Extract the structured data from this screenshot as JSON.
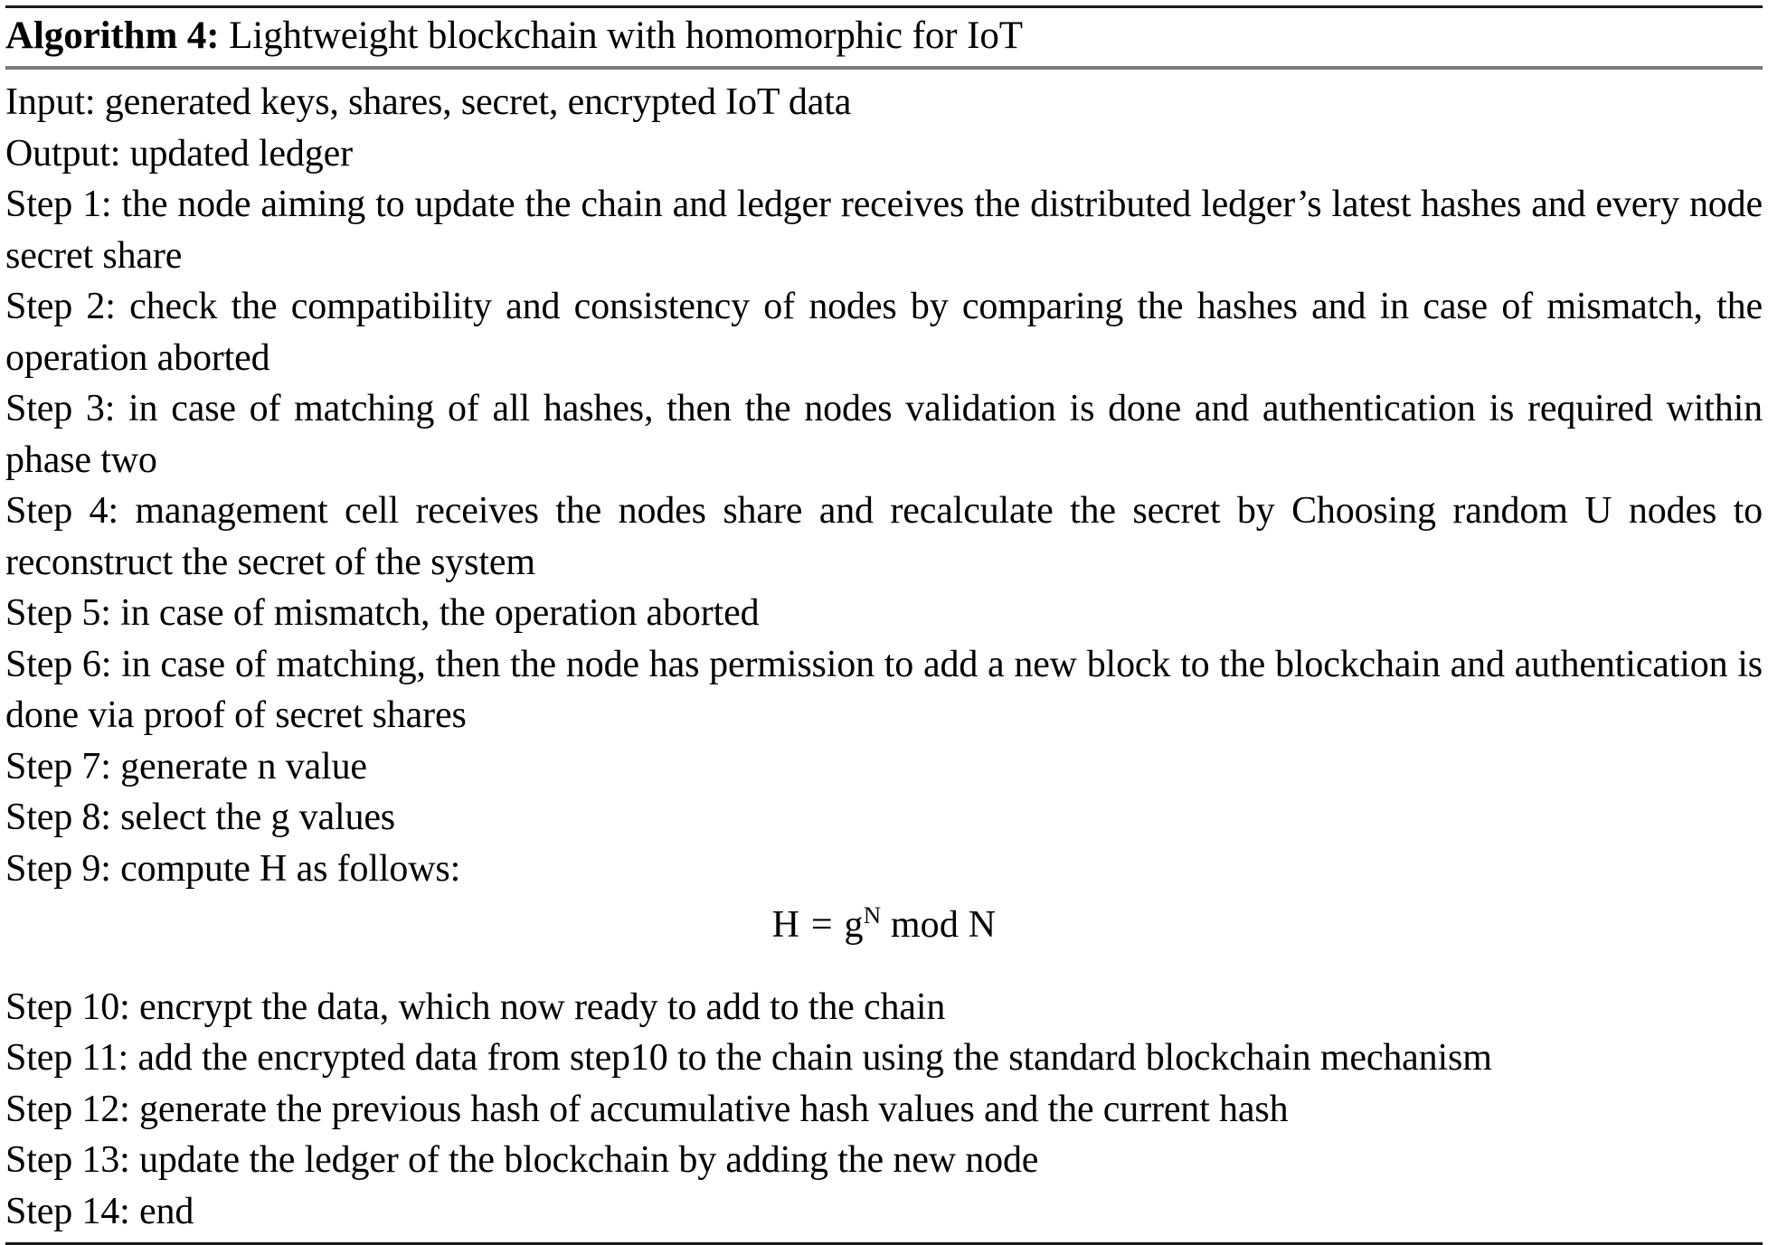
{
  "algorithm": {
    "label": "Algorithm 4:",
    "caption": "Lightweight blockchain with homomorphic for IoT",
    "io": {
      "input": "Input: generated keys, shares, secret, encrypted IoT data",
      "output": "Output: updated ledger"
    },
    "steps": [
      {
        "id": "step-1",
        "text": "Step 1: the node aiming to update the chain and ledger receives the distributed ledger’s latest hashes and every node secret share"
      },
      {
        "id": "step-2",
        "text": "Step 2: check the compatibility and consistency of nodes by comparing the hashes and in case of mismatch, the operation aborted"
      },
      {
        "id": "step-3",
        "text": "Step 3: in case of matching of all hashes, then the nodes validation is done and authentication is required within phase two"
      },
      {
        "id": "step-4",
        "text": "Step 4: management cell receives the nodes share and recalculate the secret by Choosing random U nodes to reconstruct the secret of the system"
      },
      {
        "id": "step-5",
        "text": "Step 5: in case of mismatch, the operation aborted"
      },
      {
        "id": "step-6",
        "text": "Step 6: in case of matching, then the node has permission to add a new block to the blockchain and authentication is done via proof of secret shares"
      },
      {
        "id": "step-7",
        "text": "Step 7: generate n value"
      },
      {
        "id": "step-8",
        "text": "Step 8: select the g values"
      },
      {
        "id": "step-9",
        "text": "Step 9: compute H as follows:"
      }
    ],
    "formula": {
      "lhs": "H",
      "equals": "=",
      "base": "g",
      "exponent": "N",
      "mod_operator": "mod",
      "modulus": "N",
      "plain": "H = g^N mod N"
    },
    "steps_after_formula": [
      {
        "id": "step-10",
        "text": "Step 10: encrypt the data, which now ready to add to the chain"
      },
      {
        "id": "step-11",
        "text": "Step 11: add the encrypted data from step10 to the chain using the standard blockchain mechanism"
      },
      {
        "id": "step-12",
        "text": "Step 12: generate the previous hash of accumulative hash values and the current hash"
      },
      {
        "id": "step-13",
        "text": "Step 13: update the ledger of the blockchain by adding the new node"
      },
      {
        "id": "step-14",
        "text": "Step 14: end"
      }
    ]
  },
  "colors": {
    "text": "#000000",
    "rule_dark": "#1a1a1a",
    "rule_gray": "#7a7a7a",
    "background": "#ffffff"
  }
}
